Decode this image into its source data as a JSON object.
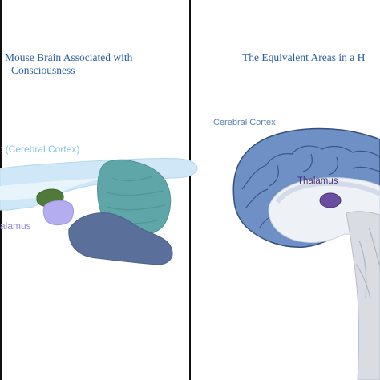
{
  "left_panel": {
    "title_line1": "Mouse Brain Associated with",
    "title_line2": "Consciousness",
    "cortex_label": ": (Cerebral Cortex)",
    "thalamus_label": "alamus"
  },
  "right_panel": {
    "title": "The Equivalent Areas in a H",
    "cortex_label": "Cerebral Cortex",
    "thalamus_label": "Thalamus"
  },
  "colors": {
    "mouse_cortex": "#cfe7f7",
    "mouse_cerebellum": "#5fa6a8",
    "mouse_brainstem": "#5a6f9a",
    "mouse_green": "#4f7a3a",
    "mouse_thalamus": "#b4aef0",
    "human_cortex": "#6e90c4",
    "human_thalamus": "#6a4fa0",
    "title_blue": "#2b5fa8"
  }
}
